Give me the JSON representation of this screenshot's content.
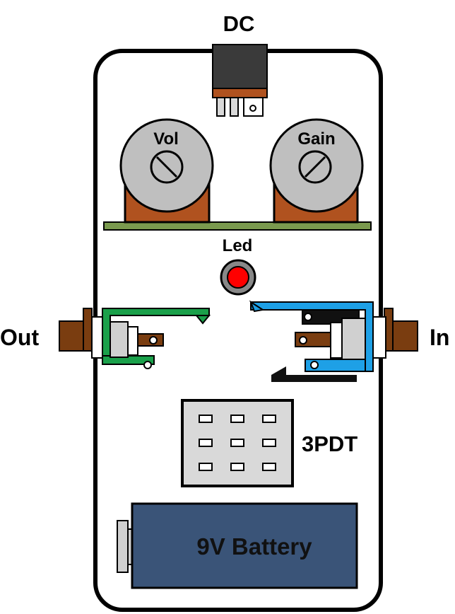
{
  "labels": {
    "dc": "DC",
    "vol": "Vol",
    "gain": "Gain",
    "led": "Led",
    "out": "Out",
    "in": "In",
    "switch": "3PDT",
    "battery": "9V Battery"
  },
  "colors": {
    "enclosure_stroke": "#000000",
    "dc_body": "#3a3a3a",
    "dc_base": "#b0521f",
    "pot_knob": "#bfbfbf",
    "pot_body": "#b0521f",
    "pcb": "#7a9a4e",
    "led_fill": "#ff0000",
    "led_ring": "#888888",
    "jack_barrel": "#7a3d10",
    "out_jack_lugs": "#1aa04a",
    "in_jack_lugs": "#1ea0e6",
    "switch_body": "#d9d9d9",
    "battery_body": "#3a5478",
    "battery_clip": "#d0d0d0"
  }
}
